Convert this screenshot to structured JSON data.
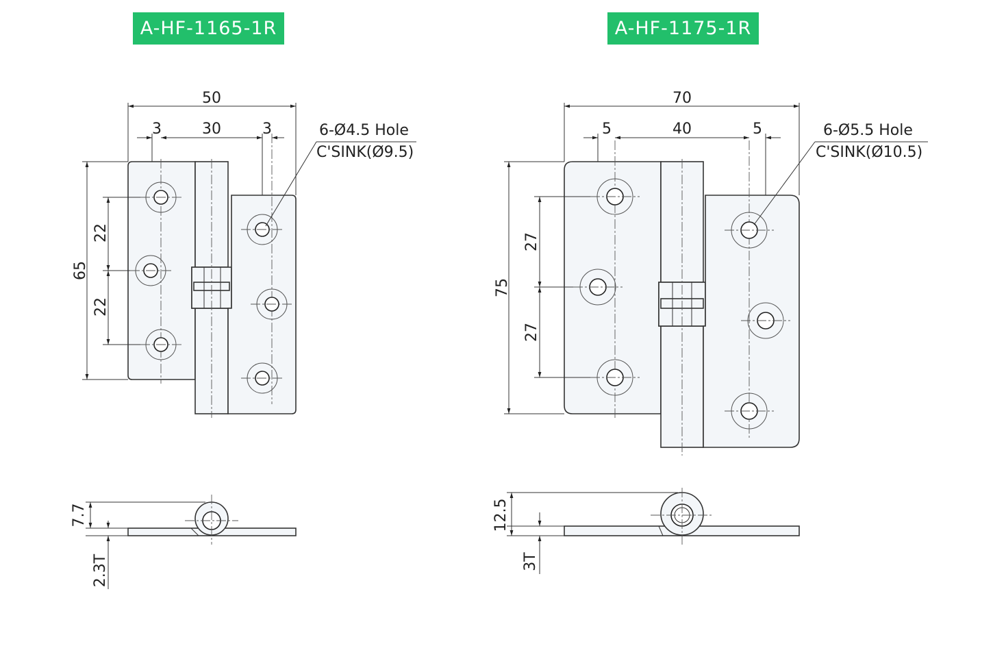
{
  "hinges": [
    {
      "model": "A-HF-1165-1R",
      "dims": {
        "width": "50",
        "edge_left": "3",
        "center": "30",
        "edge_right": "3",
        "height": "65",
        "pitch_top": "22",
        "pitch_bottom": "22",
        "knuckle": "7.7",
        "thickness": "2.3T"
      },
      "hole_note": {
        "line1": "6-Ø4.5 Hole",
        "line2": "C'SINK(Ø9.5)"
      }
    },
    {
      "model": "A-HF-1175-1R",
      "dims": {
        "width": "70",
        "edge_left": "5",
        "center": "40",
        "edge_right": "5",
        "height": "75",
        "pitch_top": "27",
        "pitch_bottom": "27",
        "knuckle": "12.5",
        "thickness": "3T"
      },
      "hole_note": {
        "line1": "6-Ø5.5 Hole",
        "line2": "C'SINK(Ø10.5)"
      }
    }
  ],
  "colors": {
    "title_bg": "#22bf6b",
    "title_text": "#ffffff",
    "line": "#333333",
    "part_fill": "#f3f6f9"
  }
}
